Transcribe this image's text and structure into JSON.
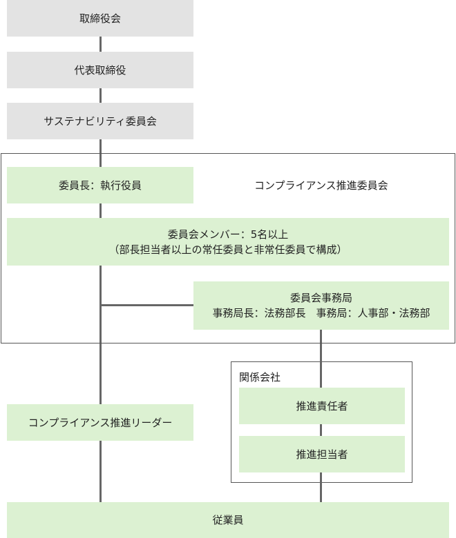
{
  "board": "取締役会",
  "president": "代表取締役",
  "sustainability_committee": "サステナビリティ委員会",
  "compliance_committee": {
    "title": "コンプライアンス推進委員会",
    "chair": "委員長：執行役員",
    "members_line1": "委員会メンバー：5名以上",
    "members_line2": "（部長担当者以上の常任委員と非常任委員で構成）",
    "secretariat_title": "委員会事務局",
    "secretariat_detail": "事務局長：法務部長　事務局：人事部・法務部"
  },
  "affiliates": {
    "title": "関係会社",
    "responsible": "推進責任者",
    "person_in_charge": "推進担当者"
  },
  "promotion_leader": "コンプライアンス推進リーダー",
  "employees": "従業員",
  "colors": {
    "gray_box": "#e3e3e3",
    "green_box": "#dcf1d2",
    "connector": "#666666",
    "frame": "#555555"
  }
}
